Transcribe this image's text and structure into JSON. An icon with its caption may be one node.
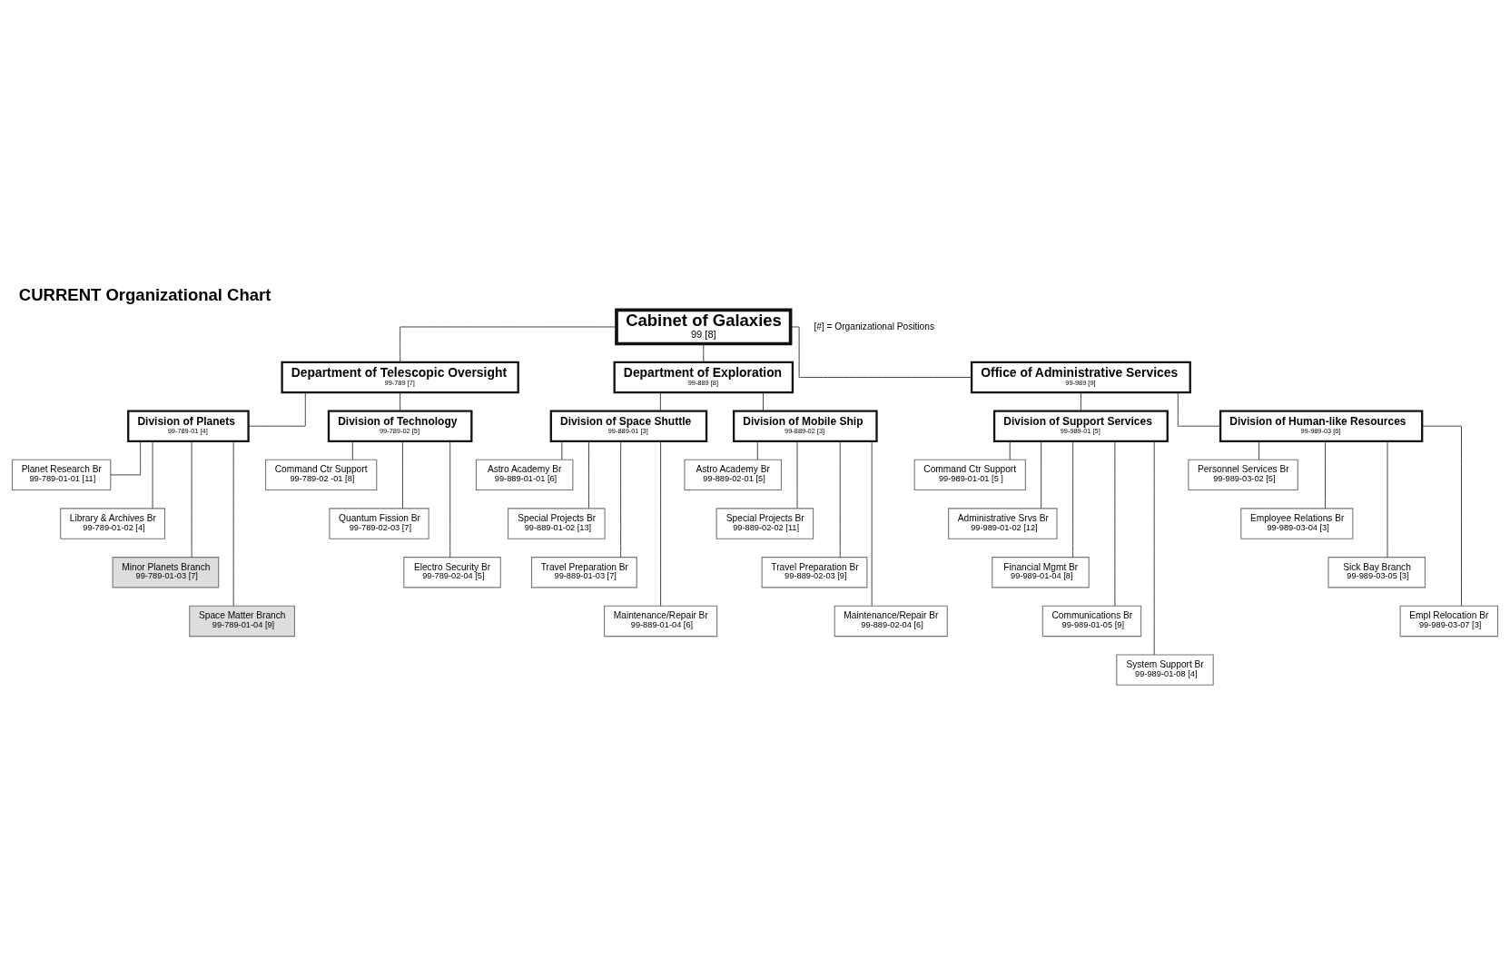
{
  "diagram": {
    "title": "CURRENT Organizational Chart",
    "nodes": [
      {
        "text": [
          "Cabinet of Galaxies",
          "99 [8]"
        ]
      },
      {
        "text": [
          "Department of Telescopic Oversight",
          "99-789 [7]"
        ]
      },
      {
        "text": [
          "Department of Exploration",
          "99-889 [8]"
        ]
      },
      {
        "text": [
          "Office of Administrative Services",
          "99-989 [9]"
        ]
      },
      {
        "text": [
          "Division of Planets",
          "99-789-01 [4]"
        ]
      },
      {
        "text": [
          "Division of Technology",
          "99-789-02 [5]"
        ]
      },
      {
        "text": [
          "Division of Space Shuttle",
          "99-889-01 [3]"
        ]
      },
      {
        "text": [
          "Division of Mobile Ship",
          "99-889-02 [3]"
        ]
      },
      {
        "text": [
          "Division of Support Services",
          "99-989-01 [5]"
        ]
      },
      {
        "text": [
          "Division of Human-like Resources",
          "99-989-03 [6]"
        ]
      },
      {
        "text": [
          "Planet Research Br",
          "99-789-01-01 [11]"
        ]
      },
      {
        "text": [
          "Library & Archives Br",
          "99-789-01-02 [4]"
        ]
      },
      {
        "text": [
          "Minor Planets Branch",
          "99-789-01-03 [7]"
        ]
      },
      {
        "text": [
          "Space Matter Branch",
          "99-789-01-04 [9]"
        ]
      },
      {
        "text": [
          "Command Ctr Support",
          "99-789-02 -01 [8]"
        ]
      },
      {
        "text": [
          "Quantum Fission Br",
          "99-789-02-03 [7]"
        ]
      },
      {
        "text": [
          "Electro Security Br",
          "99-789-02-04 [5]"
        ]
      },
      {
        "text": [
          "Astro Academy Br",
          "99-889-01-01 [6]"
        ]
      },
      {
        "text": [
          "Special Projects Br",
          "99-889-01-02 [13]"
        ]
      },
      {
        "text": [
          "Travel Preparation Br",
          "99-889-01-03 [7]"
        ]
      },
      {
        "text": [
          "Maintenance/Repair Br",
          "99-889-01-04 [6]"
        ]
      },
      {
        "text": [
          "Astro Academy Br",
          "99-889-02-01 [5]"
        ]
      },
      {
        "text": [
          "Special Projects Br",
          "99-889-02-02 [11]"
        ]
      },
      {
        "text": [
          "Travel Preparation Br",
          "99-889-02-03 [9]"
        ]
      },
      {
        "text": [
          "Maintenance/Repair Br",
          "99-889-02-04 [6]"
        ]
      },
      {
        "text": [
          "Command Ctr Support",
          "99-989-01-01 [5 ]"
        ]
      },
      {
        "text": [
          "Administrative Srvs Br",
          "99-989-01-02 [12]"
        ]
      },
      {
        "text": [
          "Financial Mgmt Br",
          "99-989-01-04 [8]"
        ]
      },
      {
        "text": [
          "Communications Br",
          "99-989-01-05 [9]"
        ]
      },
      {
        "text": [
          "System Support Br",
          "99-989-01-08 [4]"
        ]
      },
      {
        "text": [
          "Personnel Services Br",
          "99-989-03-02 [5]"
        ]
      },
      {
        "text": [
          "Employee Relations Br",
          "99-989-03-04 [3]"
        ]
      },
      {
        "text": [
          "Sick Bay Branch",
          "99-989-03-05 [3]"
        ]
      },
      {
        "text": [
          "Empl Relocation Br",
          "99-989-03-07 [3]"
        ]
      }
    ],
    "edges": [
      {
        "from": 0,
        "to": 1,
        "arrow": "none"
      },
      {
        "from": 0,
        "to": 2,
        "arrow": "none"
      },
      {
        "from": 0,
        "to": 3,
        "arrow": "none"
      },
      {
        "from": 1,
        "to": 4,
        "arrow": "none"
      },
      {
        "from": 1,
        "to": 5,
        "arrow": "none"
      },
      {
        "from": 2,
        "to": 6,
        "arrow": "none"
      },
      {
        "from": 2,
        "to": 7,
        "arrow": "none"
      },
      {
        "from": 3,
        "to": 8,
        "arrow": "none"
      },
      {
        "from": 3,
        "to": 9,
        "arrow": "none"
      },
      {
        "from": 4,
        "to": 10,
        "arrow": "none"
      },
      {
        "from": 4,
        "to": 11,
        "arrow": "none"
      },
      {
        "from": 4,
        "to": 12,
        "arrow": "none"
      },
      {
        "from": 4,
        "to": 13,
        "arrow": "none"
      },
      {
        "from": 5,
        "to": 14,
        "arrow": "none"
      },
      {
        "from": 5,
        "to": 15,
        "arrow": "none"
      },
      {
        "from": 5,
        "to": 16,
        "arrow": "none"
      },
      {
        "from": 6,
        "to": 17,
        "arrow": "none"
      },
      {
        "from": 6,
        "to": 18,
        "arrow": "none"
      },
      {
        "from": 6,
        "to": 19,
        "arrow": "none"
      },
      {
        "from": 6,
        "to": 20,
        "arrow": "none"
      },
      {
        "from": 7,
        "to": 21,
        "arrow": "none"
      },
      {
        "from": 7,
        "to": 22,
        "arrow": "none"
      },
      {
        "from": 7,
        "to": 23,
        "arrow": "none"
      },
      {
        "from": 7,
        "to": 24,
        "arrow": "none"
      },
      {
        "from": 8,
        "to": 25,
        "arrow": "none"
      },
      {
        "from": 8,
        "to": 26,
        "arrow": "none"
      },
      {
        "from": 8,
        "to": 27,
        "arrow": "none"
      },
      {
        "from": 8,
        "to": 28,
        "arrow": "none"
      },
      {
        "from": 8,
        "to": 29,
        "arrow": "none"
      },
      {
        "from": 9,
        "to": 30,
        "arrow": "none"
      },
      {
        "from": 9,
        "to": 31,
        "arrow": "none"
      },
      {
        "from": 9,
        "to": 32,
        "arrow": "none"
      },
      {
        "from": 9,
        "to": 33,
        "arrow": "none"
      }
    ],
    "labels": [
      "[#] = Organizational Positions"
    ]
  }
}
